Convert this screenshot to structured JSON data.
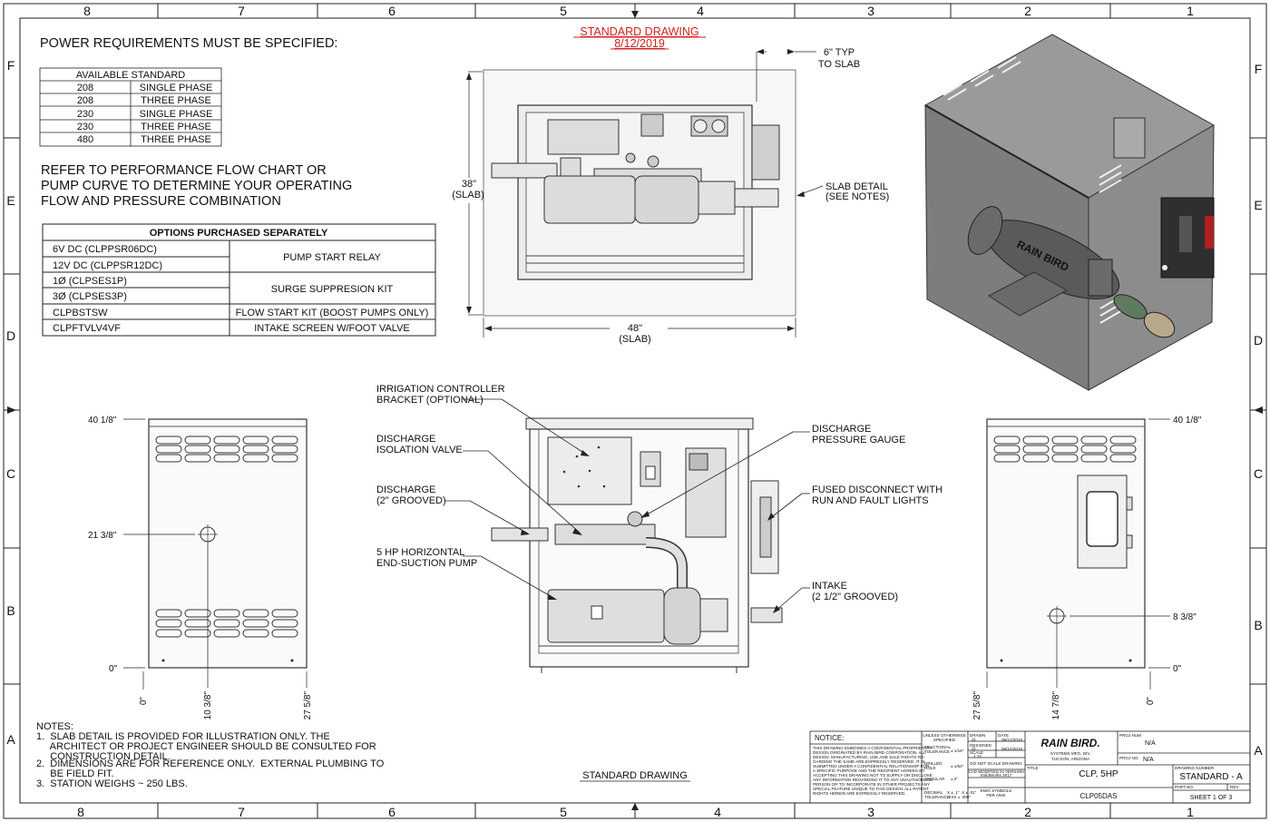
{
  "zones": {
    "columns": [
      "8",
      "7",
      "6",
      "5",
      "4",
      "3",
      "2",
      "1"
    ],
    "rows": [
      "F",
      "E",
      "D",
      "C",
      "B",
      "A"
    ]
  },
  "header": {
    "standard_drawing": "STANDARD DRAWING",
    "date": "8/12/2019"
  },
  "power": {
    "title": "POWER REQUIREMENTS MUST BE SPECIFIED:",
    "table_header": "AVAILABLE STANDARD",
    "rows": [
      {
        "voltage": "208",
        "phase": "SINGLE PHASE"
      },
      {
        "voltage": "208",
        "phase": "THREE PHASE"
      },
      {
        "voltage": "230",
        "phase": "SINGLE PHASE"
      },
      {
        "voltage": "230",
        "phase": "THREE PHASE"
      },
      {
        "voltage": "480",
        "phase": "THREE PHASE"
      }
    ]
  },
  "refer_text": [
    "REFER TO PERFORMANCE FLOW CHART OR",
    "PUMP CURVE TO DETERMINE YOUR OPERATING",
    "FLOW AND PRESSURE COMBINATION"
  ],
  "options": {
    "title": "OPTIONS PURCHASED SEPARATELY",
    "rows": [
      {
        "code": "6V DC (CLPPSR06DC)"
      },
      {
        "code": "12V DC (CLPPSR12DC)"
      },
      {
        "code": "1Ø (CLPSES1P)"
      },
      {
        "code": "3Ø (CLPSES3P)"
      },
      {
        "code": "CLPBSTSW"
      },
      {
        "code": "CLPFTVLV4VF"
      }
    ],
    "descriptions": [
      "PUMP START RELAY",
      "SURGE SUPPRESION KIT",
      "FLOW START KIT (BOOST PUMPS ONLY)",
      "INTAKE SCREEN W/FOOT VALVE"
    ]
  },
  "top_view": {
    "typ": "6\" TYP",
    "to_slab": "TO SLAB",
    "height_val": "38\"",
    "height_unit": "(SLAB)",
    "width_val": "48\"",
    "width_unit": "(SLAB)",
    "slab_detail": "SLAB DETAIL",
    "see_notes": "(SEE NOTES)"
  },
  "brand_plate": "RAIN BIRD",
  "left_view": {
    "w": "40 1/8\"",
    "h": "21 3/8\"",
    "zero_y": "0\"",
    "zero_x": "0\"",
    "d1": "10 3/8\"",
    "d2": "27 5/8\""
  },
  "right_view": {
    "w": "40 1/8\"",
    "h": "8 3/8\"",
    "zero_y": "0\"",
    "zero_x": "0\"",
    "d1": "27 5/8\"",
    "d2": "14 7/8\""
  },
  "callouts": {
    "irrigation1": "IRRIGATION CONTROLLER",
    "irrigation2": "BRACKET (OPTIONAL)",
    "disch_iso1": "DISCHARGE",
    "disch_iso2": "ISOLATION VALVE",
    "disch_grv1": "DISCHARGE",
    "disch_grv2": "(2\" GROOVED)",
    "pump1": "5 HP HORIZONTAL",
    "pump2": "END-SUCTION PUMP",
    "gauge1": "DISCHARGE",
    "gauge2": "PRESSURE GAUGE",
    "fused1": "FUSED DISCONNECT WITH",
    "fused2": "RUN AND FAULT LIGHTS",
    "intake1": "INTAKE",
    "intake2": "(2 1/2\" GROOVED)"
  },
  "notes": {
    "title": "NOTES:",
    "lines": [
      "1.  SLAB DETAIL IS PROVIDED FOR ILLUSTRATION ONLY. THE",
      "     ARCHITECT OR PROJECT ENGINEER SHOULD BE CONSULTED FOR",
      "     CONSTRUCTION DETAIL.",
      "2.  DIMENSIONS ARE FOR REFERENCE ONLY.  EXTERNAL PLUMBING TO",
      "     BE FIELD FIT.",
      "3.  STATION WEIGHS ~ 250 LBS."
    ]
  },
  "footer_label": "STANDARD DRAWING",
  "title_block": {
    "notice": "NOTICE:",
    "notice_lines": [
      "THIS DRAWING EMBODIES A CONFIDENTIAL PROPRIETARY",
      "DESIGN ORIGINATED BY RAIN BIRD CORPORATION. ALL",
      "DESIGN, MANUFACTURING, USE AND SALE RIGHTS RE-",
      "GARDING THE SAME ARE EXPRESSLY RESERVED. IT IS",
      "SUBMITTED UNDER A CONFIDENTIAL RELATIONSHIP FOR",
      "A SPECIFIC PURPOSE AND THE RECIPIENT AGREES BY",
      "ACCEPTING THIS DRAWING NOT TO SUPPLY OR DISCLOSE",
      "ANY INFORMATION REGARDING IT TO ANY UNAUTHORIZED",
      "PERSON OR TO INCORPORATE IN OTHER PROJECTS ANY",
      "SPECIAL FEATURE UNIQUE TO THIS DESIGN. ALL PATENT",
      "RIGHTS HEREIN ARE EXPRESSLY RESERVED."
    ],
    "unless1": "UNLESS OTHERWISE",
    "unless2": "SPECIFIED",
    "fractional1": "FRACTIONAL",
    "fractional2": "TOLERANCE",
    "fractional_val": "± 1/16\"",
    "drilled1": "DRILLED",
    "drilled2": "HOLE",
    "drilled_val": "± 1/64\"",
    "angular": "ANGULAR",
    "angular_val": "± 2°",
    "decimal1": "DECIMAL",
    "decimal2": "TOLERANCE",
    "decimal_val1": "X  ± .1\"  .X  ± .01\"",
    "decimal_val2": ".XXX ± .005\"",
    "drawn": "DRAWN",
    "drawn_by": "@",
    "date": "DATE",
    "drawn_date": "08/12/2019",
    "designed": "DESIGNED",
    "designed_by": "@",
    "designed_date": "08/12/2019",
    "scale": "SCALE",
    "scale_val": "1:12",
    "do_not_scale": "DO NOT SCALE DRAWING",
    "cad1": "CAD MODIFIED IN VERSION",
    "cad2": "SolidWorks 2017",
    "dwg1": "DWG SYMBOLS",
    "dwg2": "PER ANSI",
    "logo": "RAIN BIRD.",
    "company1": "SYSTEMS MFG. DIV.",
    "company2": "TUCSON, ARIZONA",
    "title_label": "TITLE",
    "title": "CLP, 5HP",
    "drawing_code": "CLP05DAS",
    "proj_num_label": "PROJ NUM",
    "proj_num": "N/A",
    "proj_no_label": "PROJ NO.",
    "proj_no": "N/A",
    "drawing_number_label": "DRAWING NUMBER",
    "drawing_number": "STANDARD - A",
    "part_no_label": "PART NO.",
    "rev_label": "REV",
    "sheet": "SHEET 1 OF 3"
  }
}
